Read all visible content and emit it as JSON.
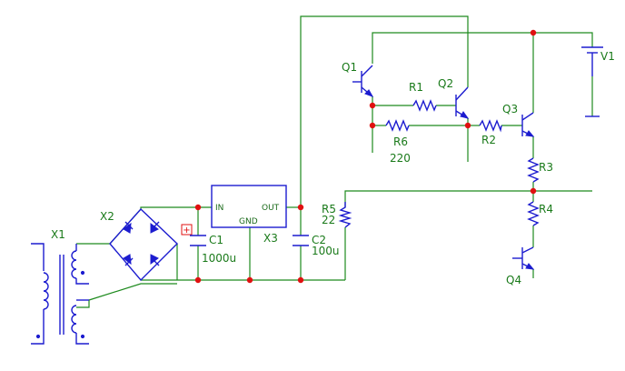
{
  "labels": {
    "x1": "X1",
    "x2": "X2",
    "x3": "X3",
    "x3_in": "IN",
    "x3_out": "OUT",
    "x3_gnd": "GND",
    "c1": "C1",
    "c1_val": "1000u",
    "c2": "C2",
    "c2_val": "100u",
    "r5": "R5",
    "r5_val": "22",
    "q1": "Q1",
    "q2": "Q2",
    "q3": "Q3",
    "q4": "Q4",
    "r1": "R1",
    "r2": "R2",
    "r3": "R3",
    "r4": "R4",
    "r6": "R6",
    "r6_val": "220",
    "v1": "V1",
    "polarity": "+"
  },
  "colors": {
    "wire": "#1d8a1d",
    "component": "#1c1ccf",
    "node": "#e01010",
    "label": "#1a7a1a"
  }
}
